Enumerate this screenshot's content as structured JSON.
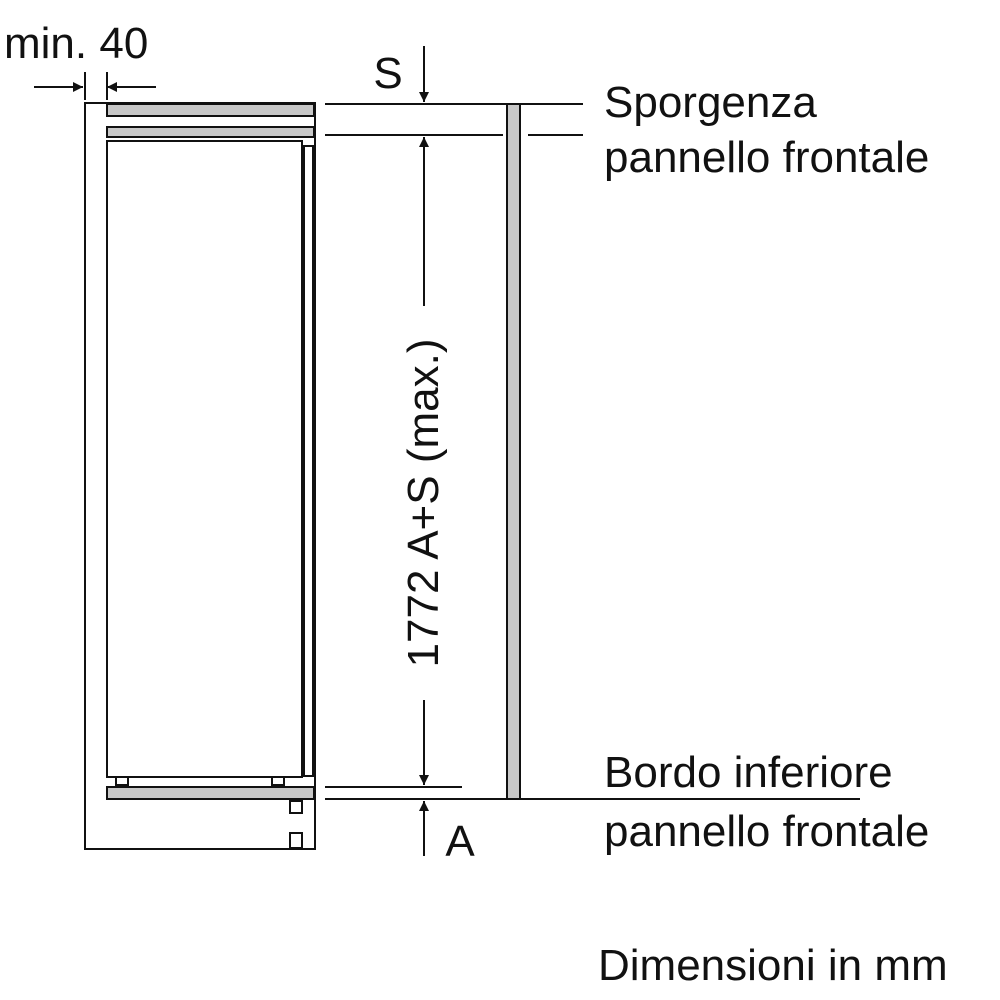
{
  "labels": {
    "min_gap": "min. 40",
    "s": "S",
    "a": "A",
    "height": "1772 A+S (max.)",
    "protrusion_line1": "Sporgenza",
    "protrusion_line2": "pannello frontale",
    "bottom_edge_line1": "Bordo inferiore",
    "bottom_edge_line2": "pannello frontale",
    "units": "Dimensioni in mm"
  },
  "colors": {
    "line": "#111111",
    "panel_fill": "#c8c8c8",
    "background": "#ffffff"
  }
}
